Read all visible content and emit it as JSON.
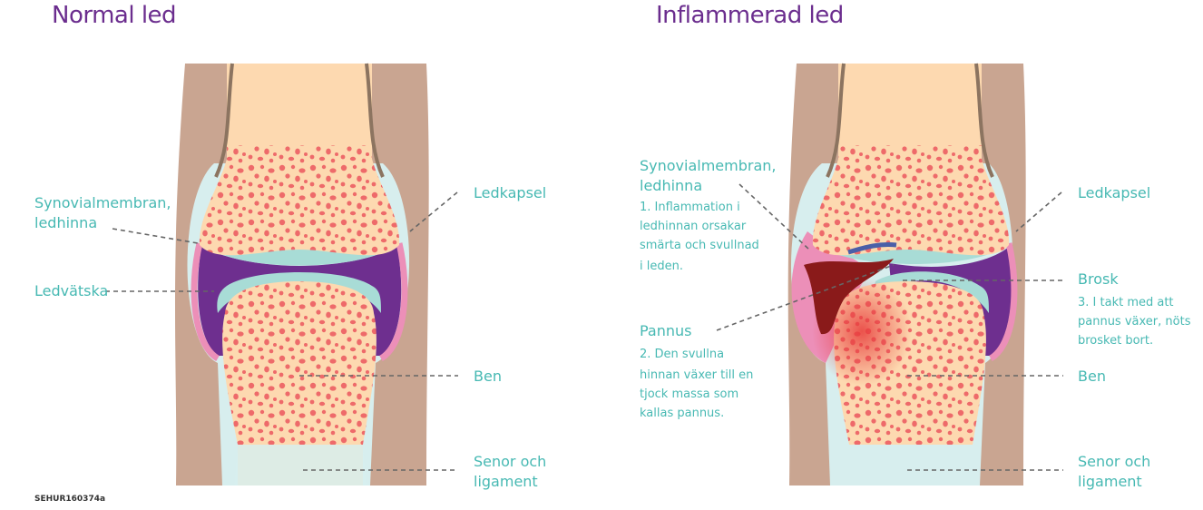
{
  "titles": {
    "normal": "Normal led",
    "inflamed": "Inflammerad led"
  },
  "labels": {
    "synovial_line1": "Synovialmembran,",
    "synovial_line2": "ledhinna",
    "ledvatska": "Ledvätska",
    "ledkapsel": "Ledkapsel",
    "ben": "Ben",
    "senor_line1": "Senor och",
    "senor_line2": "ligament",
    "brosk": "Brosk",
    "pannus": "Pannus"
  },
  "notes": {
    "note1": [
      "1. Inflammation i",
      "ledhinnan orsakar",
      "smärta och svullnad",
      "i leden."
    ],
    "note2": [
      "2. Den svullna",
      "hinnan växer till en",
      "tjock massa som",
      "kallas pannus."
    ],
    "note3": [
      "3. I takt med att",
      "pannus växer, nöts",
      "brosket bort."
    ]
  },
  "image_code": "SEHUR160374a",
  "colors": {
    "title": "#6b2d8e",
    "label": "#47b9b3",
    "skin": "#c9a591",
    "bone": "#fdd9b0",
    "marrow": "#ee6a6a",
    "cartilage": "#a8dcd6",
    "capsule": "#d7eeee",
    "fluid": "#6e2f8f",
    "membrane": "#ec8fb8",
    "pannus": "#8a1a1a"
  }
}
